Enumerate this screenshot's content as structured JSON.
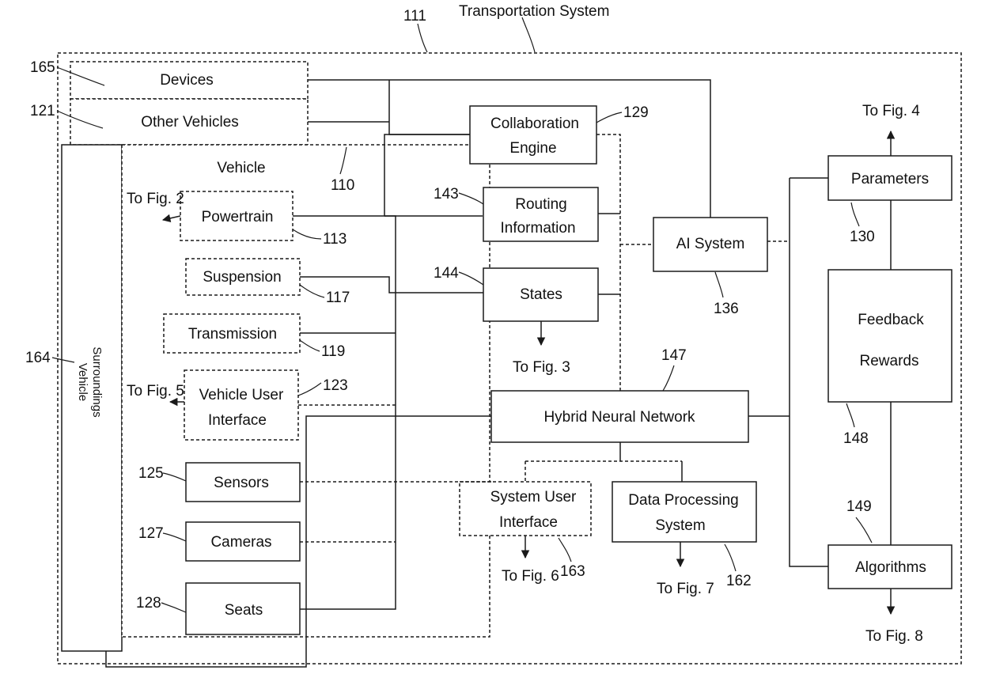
{
  "title": "Transportation System",
  "refs": {
    "r111": "111",
    "r165": "165",
    "r121": "121",
    "r110": "110",
    "r164": "164",
    "r113": "113",
    "r117": "117",
    "r119": "119",
    "r123": "123",
    "r125": "125",
    "r127": "127",
    "r128": "128",
    "r129": "129",
    "r143": "143",
    "r144": "144",
    "r136": "136",
    "r147": "147",
    "r163": "163",
    "r162": "162",
    "r130": "130",
    "r148": "148",
    "r149": "149"
  },
  "blocks": {
    "devices": "Devices",
    "other_vehicles": "Other Vehicles",
    "vehicle": "Vehicle",
    "surroundings_1": "Vehicle",
    "surroundings_2": "Surroundings",
    "powertrain": "Powertrain",
    "suspension": "Suspension",
    "transmission": "Transmission",
    "vui_1": "Vehicle User",
    "vui_2": "Interface",
    "sensors": "Sensors",
    "cameras": "Cameras",
    "seats": "Seats",
    "collab_1": "Collaboration",
    "collab_2": "Engine",
    "routing_1": "Routing",
    "routing_2": "Information",
    "states": "States",
    "ai_system": "AI System",
    "hnn": "Hybrid Neural Network",
    "sui_1": "System User",
    "sui_2": "Interface",
    "dps_1": "Data Processing",
    "dps_2": "System",
    "parameters": "Parameters",
    "feedback_1": "Feedback",
    "feedback_2": "Rewards",
    "algorithms": "Algorithms"
  },
  "figure_refs": {
    "fig2": "To Fig. 2",
    "fig3": "To Fig. 3",
    "fig4": "To Fig. 4",
    "fig5": "To Fig. 5",
    "fig6": "To Fig. 6",
    "fig7": "To Fig. 7",
    "fig8": "To Fig. 8"
  }
}
